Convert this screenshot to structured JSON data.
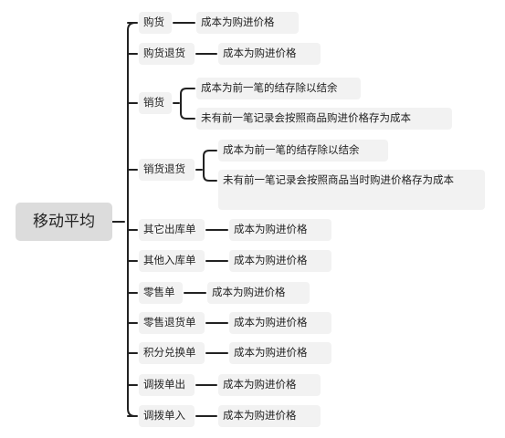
{
  "root": "移动平均",
  "branches": [
    {
      "label": "购货",
      "leaves": [
        "成本为购进价格"
      ]
    },
    {
      "label": "购货退货",
      "leaves": [
        "成本为购进价格"
      ]
    },
    {
      "label": "销货",
      "leaves": [
        "成本为前一笔的结存除以结余",
        "未有前一笔记录会按照商品购进价格存为成本"
      ]
    },
    {
      "label": "销货退货",
      "leaves": [
        "成本为前一笔的结存除以结余",
        "未有前一笔记录会按照商品当时购进价格存为成本"
      ]
    },
    {
      "label": "其它出库单",
      "leaves": [
        "成本为购进价格"
      ]
    },
    {
      "label": "其他入库单",
      "leaves": [
        "成本为购进价格"
      ]
    },
    {
      "label": "零售单",
      "leaves": [
        "成本为购进价格"
      ]
    },
    {
      "label": "零售退货单",
      "leaves": [
        "成本为购进价格"
      ]
    },
    {
      "label": "积分兑换单",
      "leaves": [
        "成本为购进价格"
      ]
    },
    {
      "label": "调拨单出",
      "leaves": [
        "成本为购进价格"
      ]
    },
    {
      "label": "调拨单入",
      "leaves": [
        "成本为购进价格"
      ]
    }
  ]
}
